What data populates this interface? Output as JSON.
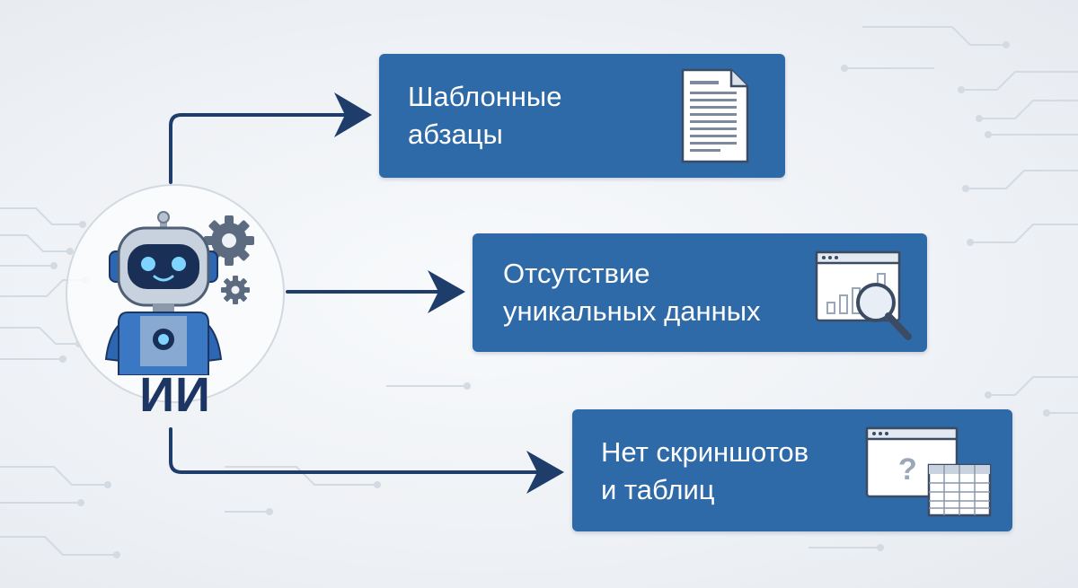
{
  "center": {
    "label": "ИИ",
    "icon": "robot-icon"
  },
  "items": [
    {
      "lines": [
        "Шаблонные",
        "абзацы"
      ],
      "icon": "document-icon"
    },
    {
      "lines": [
        "Отсутствие",
        "уникальных данных"
      ],
      "icon": "chart-search-icon"
    },
    {
      "lines": [
        "Нет скриншотов",
        "и таблиц"
      ],
      "icon": "missing-screenshot-table-icon"
    }
  ],
  "colors": {
    "card": "#2f6aa8",
    "arrow": "#1f3d6b",
    "label": "#1c3563",
    "circuit": "#d2d8e0"
  }
}
